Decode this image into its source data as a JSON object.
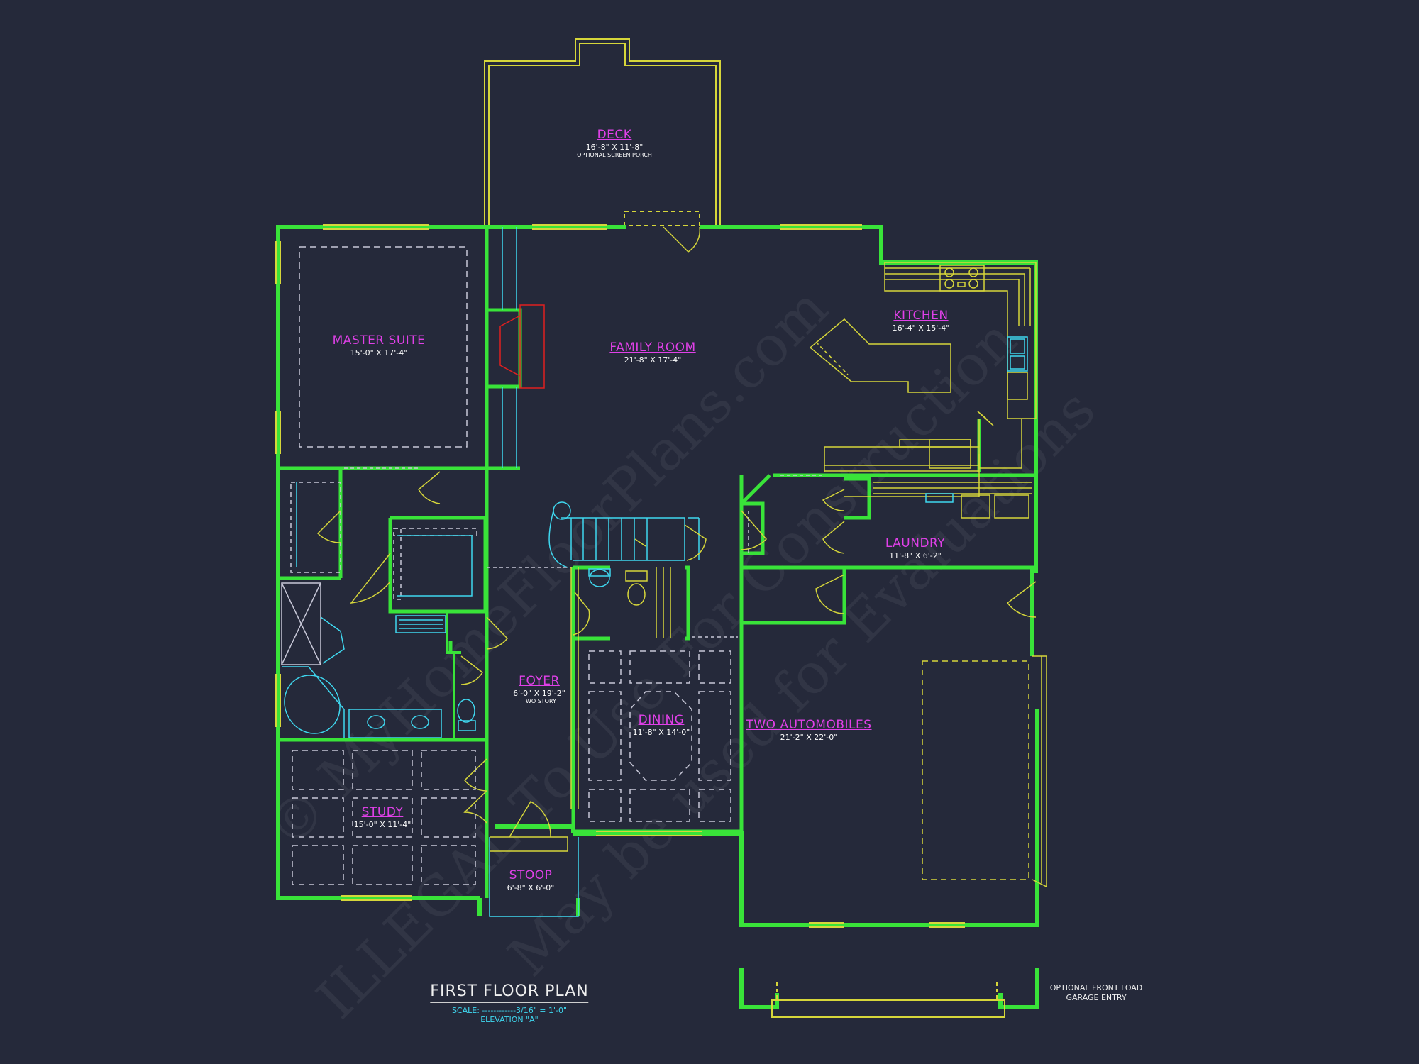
{
  "rooms": {
    "deck": {
      "name": "DECK",
      "dim": "16'-8\" X 11'-8\"",
      "note": "OPTIONAL SCREEN PORCH"
    },
    "master_suite": {
      "name": "MASTER SUITE",
      "dim": "15'-0\" X 17'-4\""
    },
    "family_room": {
      "name": "FAMILY ROOM",
      "dim": "21'-8\" X 17'-4\""
    },
    "kitchen": {
      "name": "KITCHEN",
      "dim": "16'-4\" X 15'-4\""
    },
    "laundry": {
      "name": "LAUNDRY",
      "dim": "11'-8\" X 6'-2\""
    },
    "foyer": {
      "name": "FOYER",
      "dim": "6'-0\" X 19'-2\"",
      "note": "TWO STORY"
    },
    "dining": {
      "name": "DINING",
      "dim": "11'-8\" X 14'-0\""
    },
    "garage": {
      "name": "TWO AUTOMOBILES",
      "dim": "21'-2\" X 22'-0\""
    },
    "study": {
      "name": "STUDY",
      "dim": "15'-0\" X 11'-4\""
    },
    "stoop": {
      "name": "STOOP",
      "dim": "6'-8\" X 6'-0\""
    }
  },
  "title": {
    "main": "FIRST FLOOR PLAN",
    "scale": "SCALE: ------------3/16\" = 1'-0\"",
    "elevation": "ELEVATION \"A\""
  },
  "optional_note": {
    "line1": "OPTIONAL FRONT LOAD",
    "line2": "GARAGE ENTRY"
  },
  "watermark": {
    "line1": "© MyHomeFloorPlans.com",
    "line2": "ILLEGAL To Use For Construction",
    "line3": "May be used for Evaluations"
  },
  "colors": {
    "background": "#25293a",
    "walls": "#39e339",
    "lines": "#d6d63a",
    "dashed": "#c8c8d8",
    "cyan": "#3fd8f0",
    "labels": "#e040e8",
    "fireplace": "#e02020"
  }
}
